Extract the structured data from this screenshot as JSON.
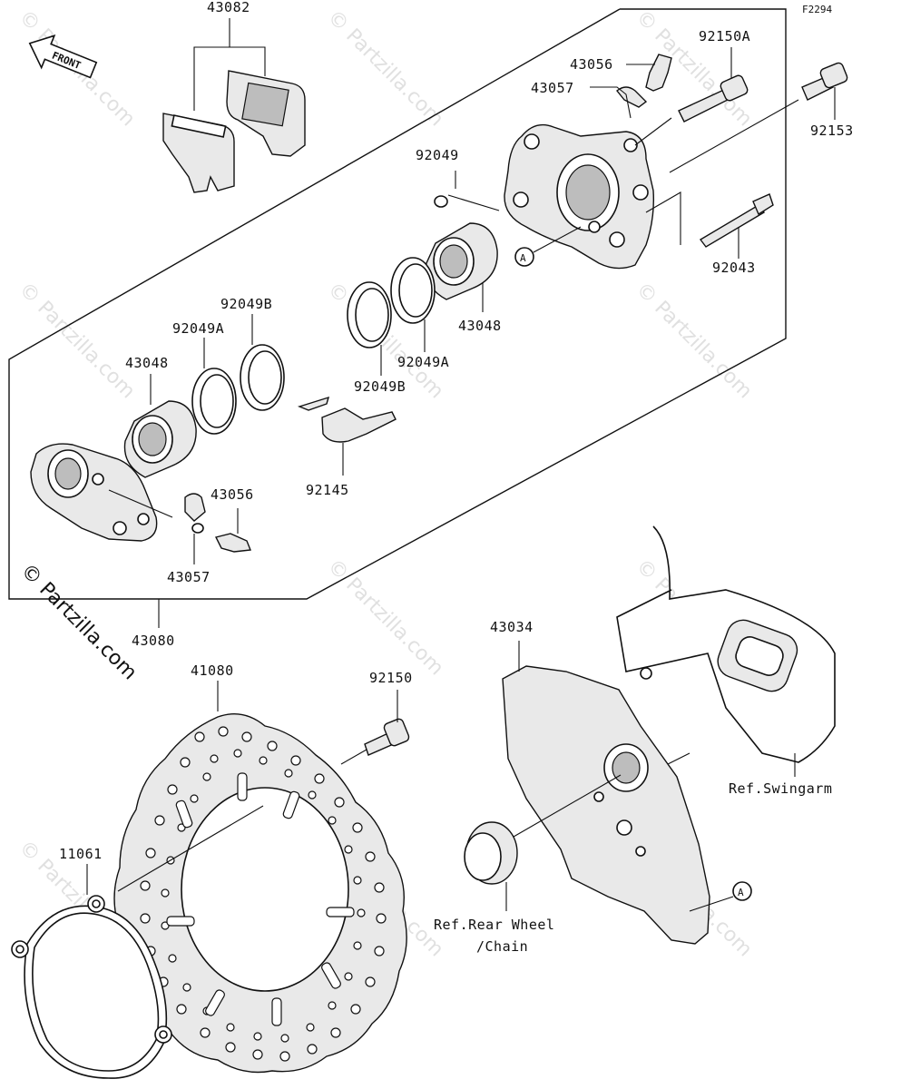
{
  "diagram_code": "F2294",
  "front_label": "FRONT",
  "watermark": "© Partzilla.com",
  "callout_letter": "A",
  "parts": {
    "p43082": "43082",
    "p43056_top": "43056",
    "p43057_top": "43057",
    "p92150A": "92150A",
    "p92153": "92153",
    "p92049": "92049",
    "p92043": "92043",
    "p43048_right": "43048",
    "p92049A_right": "92049A",
    "p92049B_right": "92049B",
    "p92049B_left": "92049B",
    "p92049A_left": "92049A",
    "p43048_left": "43048",
    "p92145": "92145",
    "p43056_bottom": "43056",
    "p43057_bottom": "43057",
    "p43080": "43080",
    "p43034": "43034",
    "p41080": "41080",
    "p92150": "92150",
    "p11061": "11061"
  },
  "refs": {
    "swingarm": "Ref.Swingarm",
    "rear_wheel_1": "Ref.Rear Wheel",
    "rear_wheel_2": "/Chain"
  }
}
